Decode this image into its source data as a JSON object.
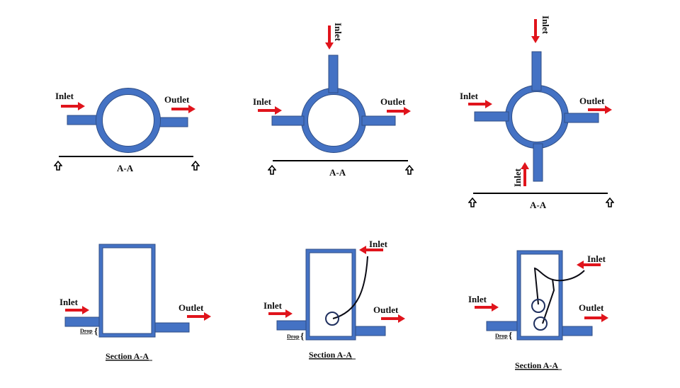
{
  "colors": {
    "pipe": "#4472c4",
    "pipe_edge": "#2f4e86",
    "arrow": "#e0141c",
    "line": "#000000"
  },
  "top_row": [
    {
      "id": "plan-1",
      "labels": {
        "inlet_left": "Inlet",
        "outlet": "Outlet",
        "section": "A-A"
      }
    },
    {
      "id": "plan-2",
      "labels": {
        "inlet_top": "Inlet",
        "inlet_left": "Inlet",
        "outlet": "Outlet",
        "section": "A-A"
      }
    },
    {
      "id": "plan-3",
      "labels": {
        "inlet_top": "Inlet",
        "inlet_left": "Inlet",
        "inlet_bottom": "Inlet",
        "outlet": "Outlet",
        "section": "A-A"
      }
    }
  ],
  "bottom_row": [
    {
      "id": "section-1",
      "labels": {
        "inlet_left": "Inlet",
        "outlet": "Outlet",
        "drop": "Drop",
        "caption": "Section A-A"
      }
    },
    {
      "id": "section-2",
      "labels": {
        "inlet_top": "Inlet",
        "inlet_left": "Inlet",
        "outlet": "Outlet",
        "drop": "Drop",
        "caption": "Section A-A"
      }
    },
    {
      "id": "section-3",
      "labels": {
        "inlet_top": "Inlet",
        "inlet_left": "Inlet",
        "outlet": "Outlet",
        "drop": "Drop",
        "caption": "Section A-A"
      }
    }
  ],
  "icons": {
    "section_marker": "hollow-up-arrow-icon",
    "flow_arrow": "red-arrow-icon",
    "brace": "{"
  }
}
